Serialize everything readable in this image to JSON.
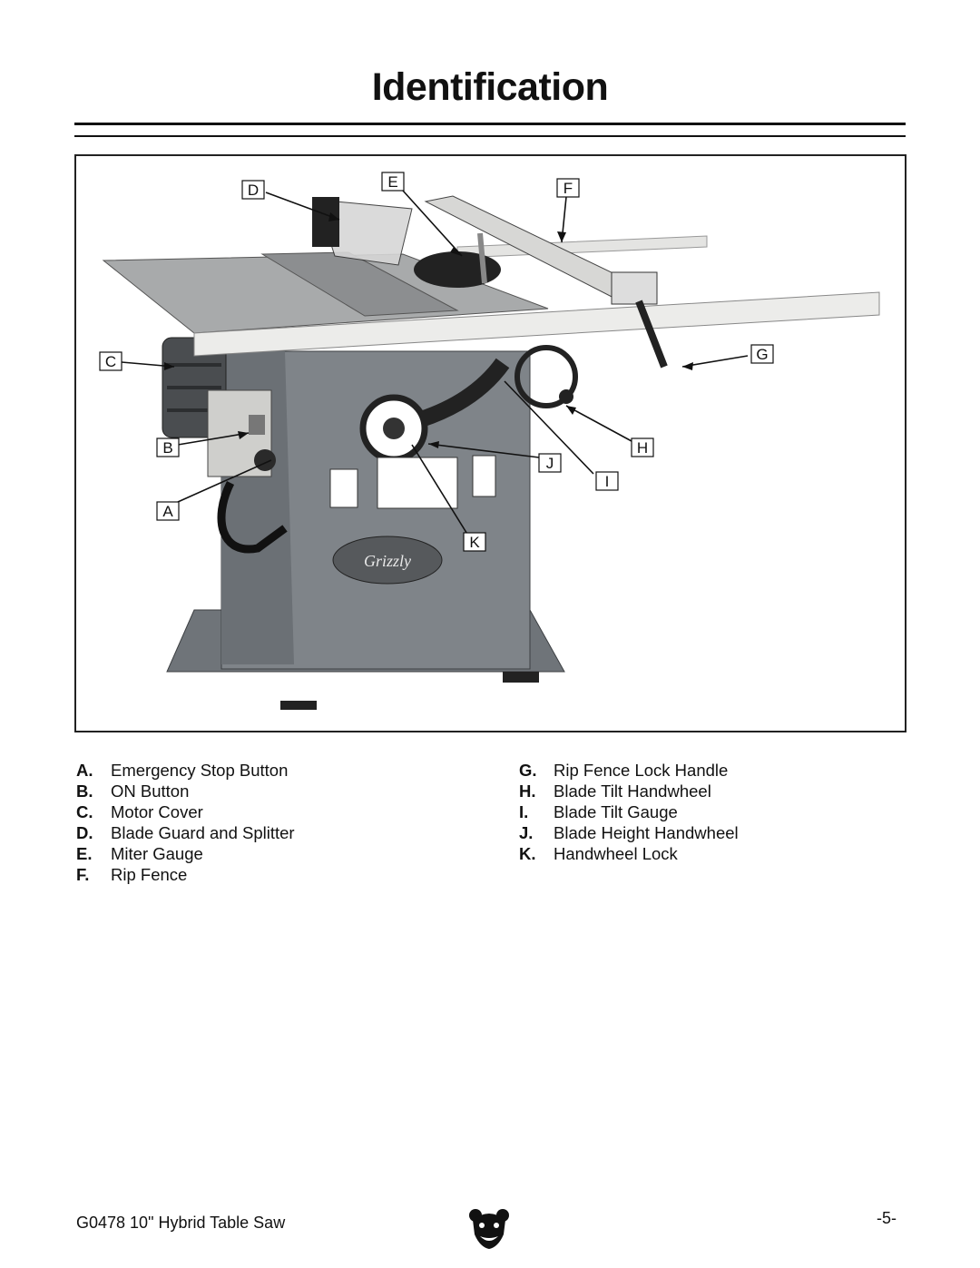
{
  "page": {
    "title": "Identification",
    "footer_left": "G0478 10\" Hybrid Table Saw",
    "page_number": "-5-",
    "logo_icon": "grizzly-bear-head-icon"
  },
  "figure": {
    "callouts": {
      "A": "A",
      "B": "B",
      "C": "C",
      "D": "D",
      "E": "E",
      "F": "F",
      "G": "G",
      "H": "H",
      "I": "I",
      "J": "J",
      "K": "K"
    },
    "machine_label": "Grizzly",
    "colors": {
      "base": "#7f8489",
      "table": "#a8aaab",
      "rail": "#ececea"
    }
  },
  "legend": {
    "left": [
      {
        "letter": "A.",
        "label": "Emergency Stop Button"
      },
      {
        "letter": "B.",
        "label": "ON Button"
      },
      {
        "letter": "C.",
        "label": "Motor Cover"
      },
      {
        "letter": "D.",
        "label": "Blade Guard and Splitter"
      },
      {
        "letter": "E.",
        "label": "Miter Gauge"
      },
      {
        "letter": "F.",
        "label": "Rip Fence"
      }
    ],
    "right": [
      {
        "letter": "G.",
        "label": "Rip Fence Lock Handle"
      },
      {
        "letter": "H.",
        "label": "Blade Tilt Handwheel"
      },
      {
        "letter": "I.",
        "label": "Blade Tilt Gauge"
      },
      {
        "letter": "J.",
        "label": "Blade Height Handwheel"
      },
      {
        "letter": "K.",
        "label": "Handwheel Lock"
      }
    ]
  }
}
